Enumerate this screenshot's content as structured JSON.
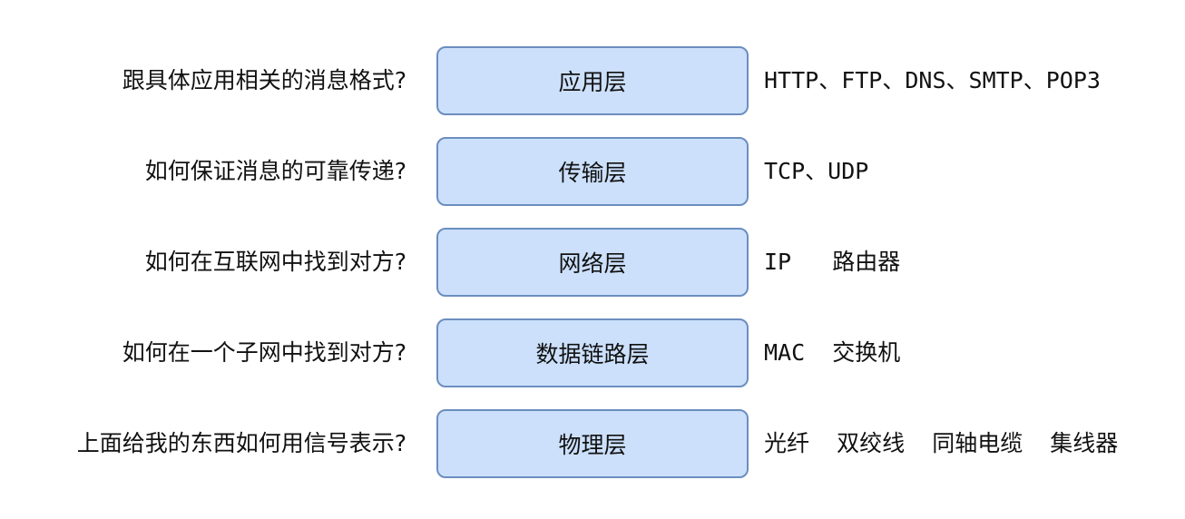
{
  "layers": [
    {
      "question": "跟具体应用相关的消息格式?",
      "name": "应用层",
      "examples": "HTTP、FTP、DNS、SMTP、POP3"
    },
    {
      "question": "如何保证消息的可靠传递?",
      "name": "传输层",
      "examples": "TCP、UDP"
    },
    {
      "question": "如何在互联网中找到对方?",
      "name": "网络层",
      "examples": "IP   路由器"
    },
    {
      "question": "如何在一个子网中找到对方?",
      "name": "数据链路层",
      "examples": "MAC  交换机"
    },
    {
      "question": "上面给我的东西如何用信号表示?",
      "name": "物理层",
      "examples": "光纤  双绞线  同轴电缆  集线器"
    }
  ],
  "colors": {
    "box_fill": "#cce0fb",
    "box_border": "#6c8ebf",
    "text": "#111111"
  }
}
